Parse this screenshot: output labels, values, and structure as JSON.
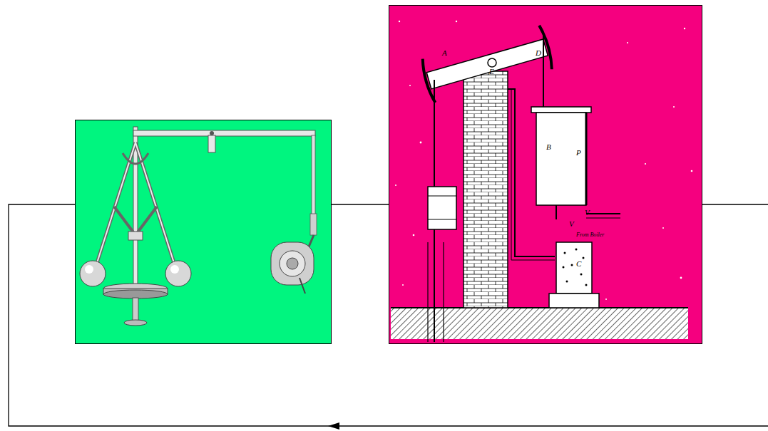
{
  "diagram": {
    "nodes": [
      {
        "text": []
      },
      {
        "text": [
          "A",
          "E",
          "D",
          "B",
          "P",
          "V",
          "V",
          "From Boiler",
          "C"
        ]
      }
    ],
    "edges": [
      {
        "from": 0,
        "to": 1,
        "arrow": "none"
      },
      {
        "from": 1,
        "to": 0,
        "arrow": "to"
      }
    ]
  }
}
